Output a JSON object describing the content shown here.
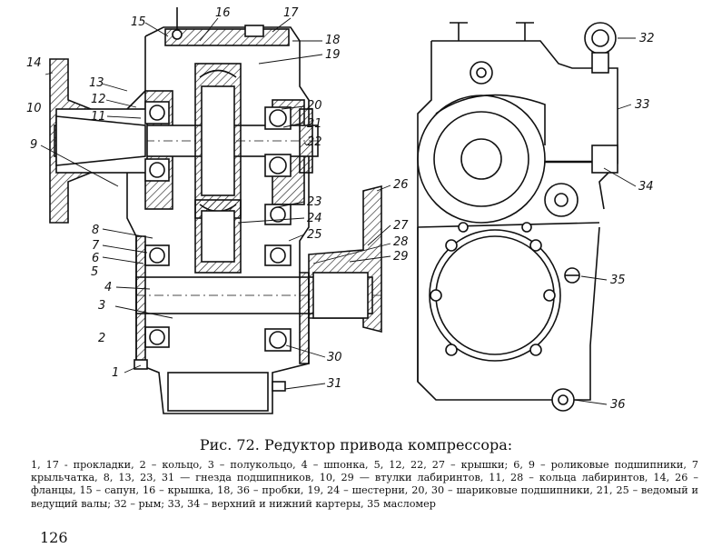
{
  "figure": {
    "caption_title": "Рис. 72. Редуктор привода компрессора:",
    "caption_legend": "1, 17 - прокладки, 2 – кольцо, 3 – полукольцо, 4 – шпонка, 5, 12, 22, 27 – крышки; 6, 9 – роликовые подшипники, 7 крыльчатка, 8, 13, 23, 31 — гнезда подшипников, 10, 29 — втулки лабиринтов, 11, 28 – кольца лабиринтов, 14, 26 – фланцы, 15 – сапун, 16 – крышка, 18, 36 – пробки, 19, 24 – шестерни, 20, 30 – шариковые подшипники, 21, 25 – ведомый и ведущий валы; 32 – рым; 33, 34 – верхний и нижний картеры, 35 масломер",
    "page_number": "126",
    "callouts": [
      "1",
      "2",
      "3",
      "4",
      "5",
      "6",
      "7",
      "8",
      "9",
      "10",
      "11",
      "12",
      "13",
      "14",
      "15",
      "16",
      "17",
      "18",
      "19",
      "20",
      "21",
      "22",
      "23",
      "24",
      "25",
      "26",
      "27",
      "28",
      "29",
      "30",
      "31",
      "32",
      "33",
      "34",
      "35",
      "36"
    ]
  }
}
